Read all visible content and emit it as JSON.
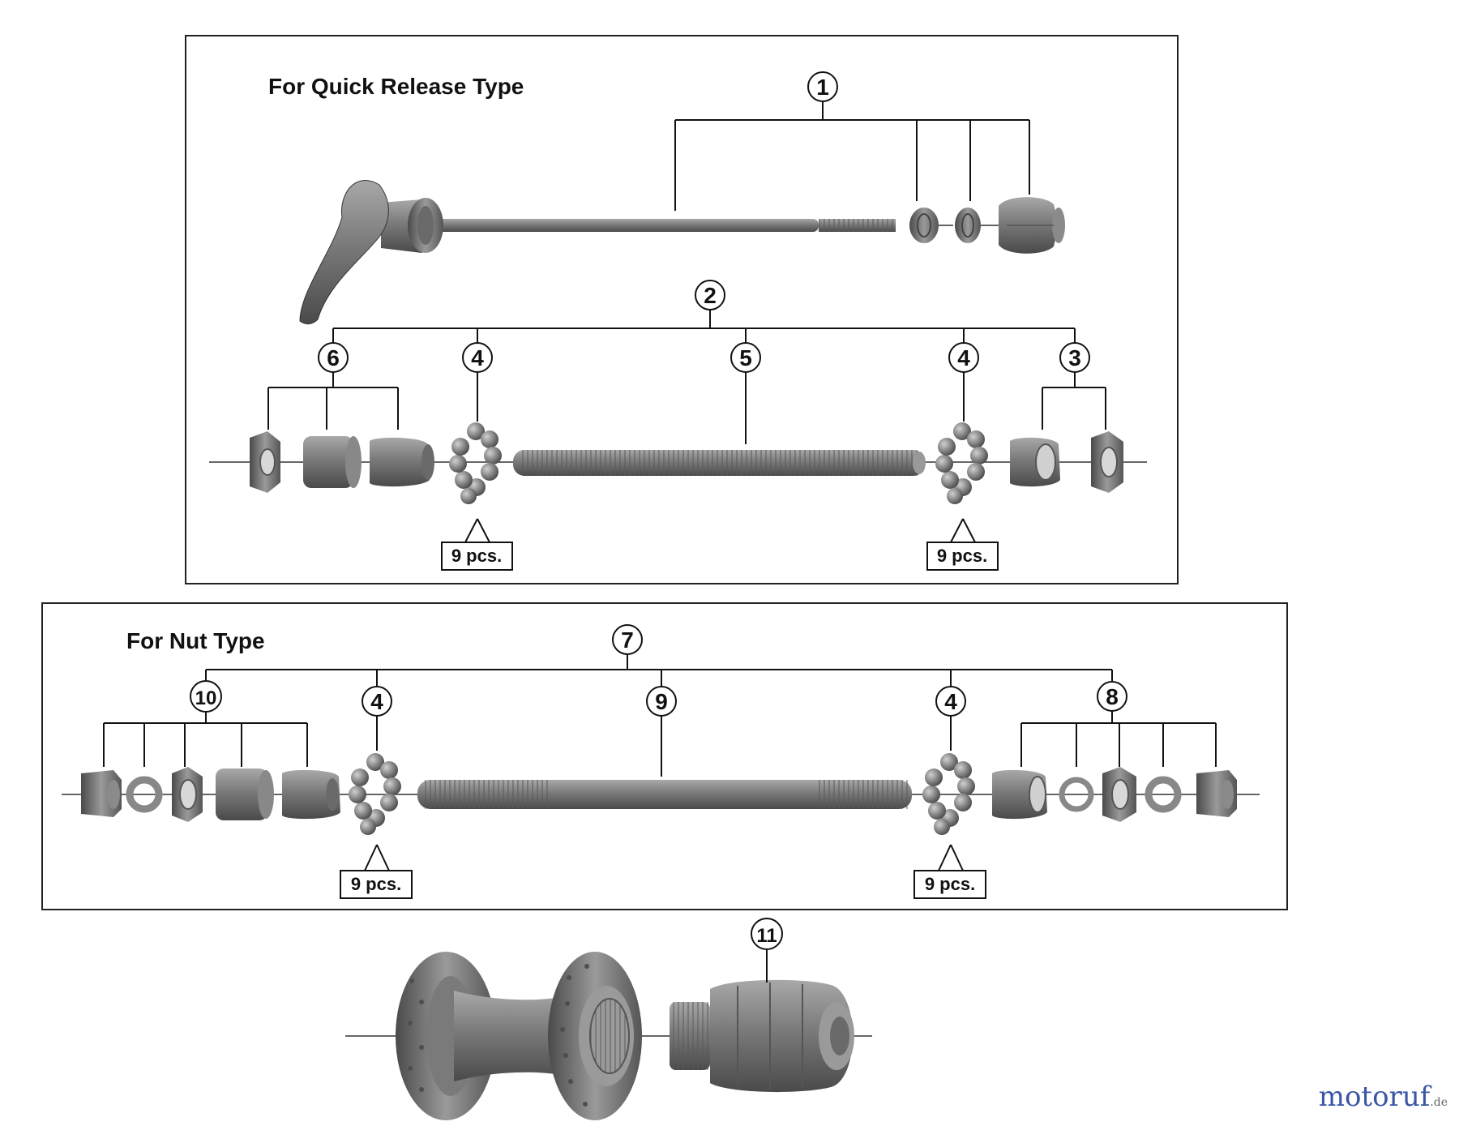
{
  "panels": {
    "quick_release": {
      "title": "For Quick Release Type"
    },
    "nut_type": {
      "title": "For Nut Type"
    }
  },
  "callouts": {
    "c1": "1",
    "c2": "2",
    "c3": "3",
    "c4a": "4",
    "c4b": "4",
    "c5": "5",
    "c6": "6",
    "c7": "7",
    "c4c": "4",
    "c4d": "4",
    "c8": "8",
    "c9": "9",
    "c10": "10",
    "c11": "11"
  },
  "ball_labels": {
    "qr_left": "9 pcs.",
    "qr_right": "9 pcs.",
    "nut_left": "9 pcs.",
    "nut_right": "9 pcs."
  },
  "watermark": {
    "brand": "motoruf",
    "suffix": ".de"
  }
}
